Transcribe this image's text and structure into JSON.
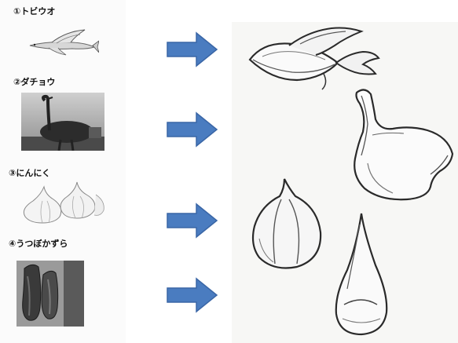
{
  "items": [
    {
      "label": "①トビウオ",
      "icon": "flying-fish-photo"
    },
    {
      "label": "②ダチョウ",
      "icon": "ostrich-photo"
    },
    {
      "label": "③にんにく",
      "icon": "garlic-photo"
    },
    {
      "label": "④うつぼかずら",
      "icon": "pitcher-plant-photo"
    }
  ],
  "colors": {
    "arrow": "#4a7cc0",
    "arrow_stroke": "#3a66a6",
    "sketch_stroke": "#2a2a2a"
  }
}
